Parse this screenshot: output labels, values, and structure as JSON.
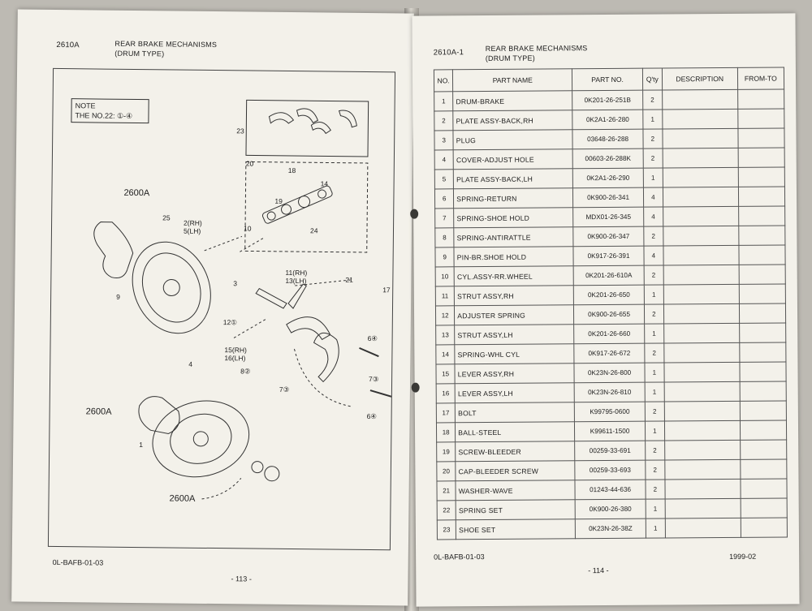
{
  "left_page": {
    "section_code": "2610A",
    "title_line1": "REAR BRAKE MECHANISMS",
    "title_line2": "(DRUM TYPE)",
    "note": {
      "line1": "NOTE",
      "line2": "THE NO.22: ①-④"
    },
    "callouts": {
      "c23": "23",
      "c20": "20",
      "c18": "18",
      "c19": "19",
      "c14": "14",
      "c24": "24",
      "c25": "25",
      "c2": "2(RH)",
      "c5": "5(LH)",
      "c10": "10",
      "c9": "9",
      "c3": "3",
      "c11": "11(RH)",
      "c13": "13(LH)",
      "c21": "21",
      "c17": "17",
      "c12": "12①",
      "c4": "4",
      "c15": "15(RH)",
      "c16": "16(LH)",
      "c8": "8②",
      "c7a": "7③",
      "c7b": "7③",
      "c6a": "6④",
      "c6b": "6④",
      "c1": "1"
    },
    "group_refs": {
      "g1": "2600A",
      "g2": "2600A",
      "g3": "2600A"
    },
    "footer_code": "0L-BAFB-01-03",
    "page_number": "- 113 -"
  },
  "right_page": {
    "section_code": "2610A-1",
    "title_line1": "REAR BRAKE MECHANISMS",
    "title_line2": "(DRUM TYPE)",
    "columns": {
      "no": "NO.",
      "part_name": "PART NAME",
      "part_no": "PART NO.",
      "qty": "Q'ty",
      "description": "DESCRIPTION",
      "from_to": "FROM-TO"
    },
    "rows": [
      {
        "no": "1",
        "name": "DRUM-BRAKE",
        "part_no": "0K201-26-251B",
        "qty": "2"
      },
      {
        "no": "2",
        "name": "PLATE ASSY-BACK,RH",
        "part_no": "0K2A1-26-280",
        "qty": "1"
      },
      {
        "no": "3",
        "name": "PLUG",
        "part_no": "03648-26-288",
        "qty": "2"
      },
      {
        "no": "4",
        "name": "COVER-ADJUST HOLE",
        "part_no": "00603-26-288K",
        "qty": "2"
      },
      {
        "no": "5",
        "name": "PLATE ASSY-BACK,LH",
        "part_no": "0K2A1-26-290",
        "qty": "1"
      },
      {
        "no": "6",
        "name": "SPRING-RETURN",
        "part_no": "0K900-26-341",
        "qty": "4"
      },
      {
        "no": "7",
        "name": "SPRING-SHOE HOLD",
        "part_no": "MDX01-26-345",
        "qty": "4"
      },
      {
        "no": "8",
        "name": "SPRING-ANTIRATTLE",
        "part_no": "0K900-26-347",
        "qty": "2"
      },
      {
        "no": "9",
        "name": "PIN-BR.SHOE HOLD",
        "part_no": "0K917-26-391",
        "qty": "4"
      },
      {
        "no": "10",
        "name": "CYL.ASSY-RR.WHEEL",
        "part_no": "0K201-26-610A",
        "qty": "2"
      },
      {
        "no": "11",
        "name": "STRUT ASSY,RH",
        "part_no": "0K201-26-650",
        "qty": "1"
      },
      {
        "no": "12",
        "name": "ADJUSTER SPRING",
        "part_no": "0K900-26-655",
        "qty": "2"
      },
      {
        "no": "13",
        "name": "STRUT ASSY,LH",
        "part_no": "0K201-26-660",
        "qty": "1"
      },
      {
        "no": "14",
        "name": "SPRING-WHL CYL",
        "part_no": "0K917-26-672",
        "qty": "2"
      },
      {
        "no": "15",
        "name": "LEVER ASSY,RH",
        "part_no": "0K23N-26-800",
        "qty": "1"
      },
      {
        "no": "16",
        "name": "LEVER ASSY,LH",
        "part_no": "0K23N-26-810",
        "qty": "1"
      },
      {
        "no": "17",
        "name": "BOLT",
        "part_no": "K99795-0600",
        "qty": "2"
      },
      {
        "no": "18",
        "name": "BALL-STEEL",
        "part_no": "K99611-1500",
        "qty": "1"
      },
      {
        "no": "19",
        "name": "SCREW-BLEEDER",
        "part_no": "00259-33-691",
        "qty": "2"
      },
      {
        "no": "20",
        "name": "CAP-BLEEDER SCREW",
        "part_no": "00259-33-693",
        "qty": "2"
      },
      {
        "no": "21",
        "name": "WASHER-WAVE",
        "part_no": "01243-44-636",
        "qty": "2"
      },
      {
        "no": "22",
        "name": "SPRING SET",
        "part_no": "0K900-26-380",
        "qty": "1"
      },
      {
        "no": "23",
        "name": "SHOE SET",
        "part_no": "0K23N-26-38Z",
        "qty": "1"
      }
    ],
    "footer_code": "0L-BAFB-01-03",
    "footer_date": "1999-02",
    "page_number": "- 114 -"
  }
}
